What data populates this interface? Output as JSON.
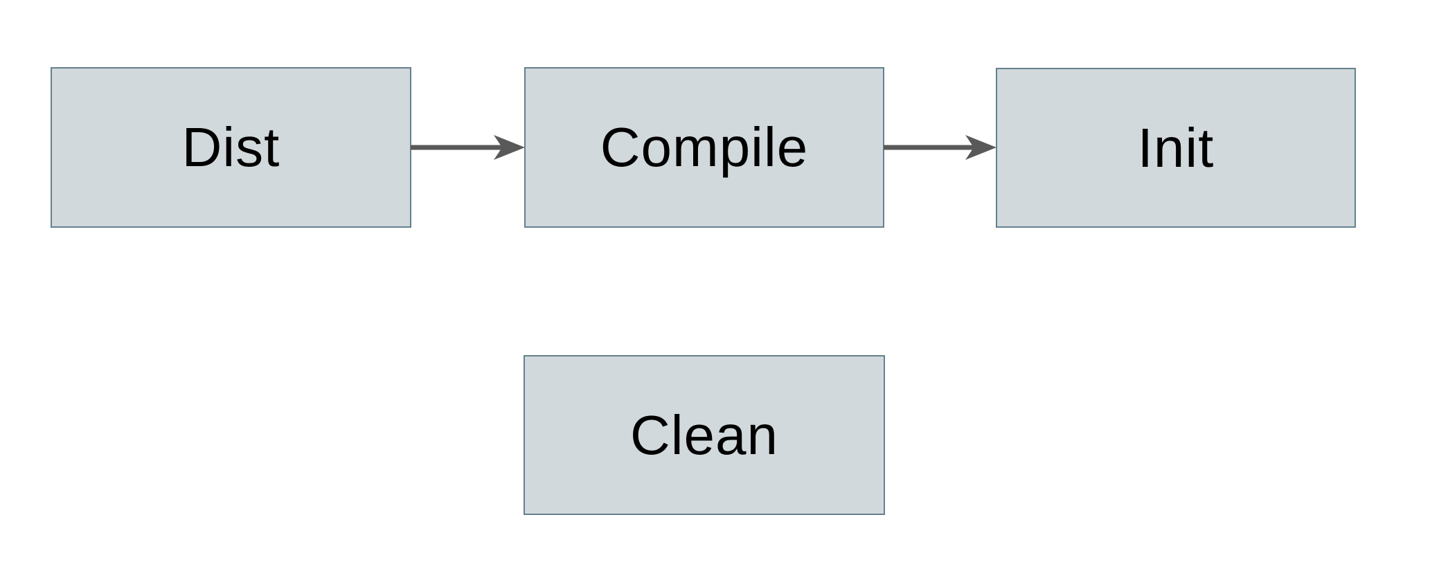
{
  "diagram": {
    "title": "build-targets-flowchart",
    "nodes": [
      {
        "id": "dist",
        "label": "Dist"
      },
      {
        "id": "compile",
        "label": "Compile"
      },
      {
        "id": "init",
        "label": "Init"
      },
      {
        "id": "clean",
        "label": "Clean"
      }
    ],
    "edges": [
      {
        "from": "Dist",
        "to": "Compile",
        "style": "arrow-right"
      },
      {
        "from": "Compile",
        "to": "Init",
        "style": "arrow-right"
      }
    ],
    "colors": {
      "node_fill": "#d2d9dc",
      "node_border": "#64808d",
      "arrow": "#595959",
      "text": "#000000",
      "background": "#ffffff"
    }
  }
}
